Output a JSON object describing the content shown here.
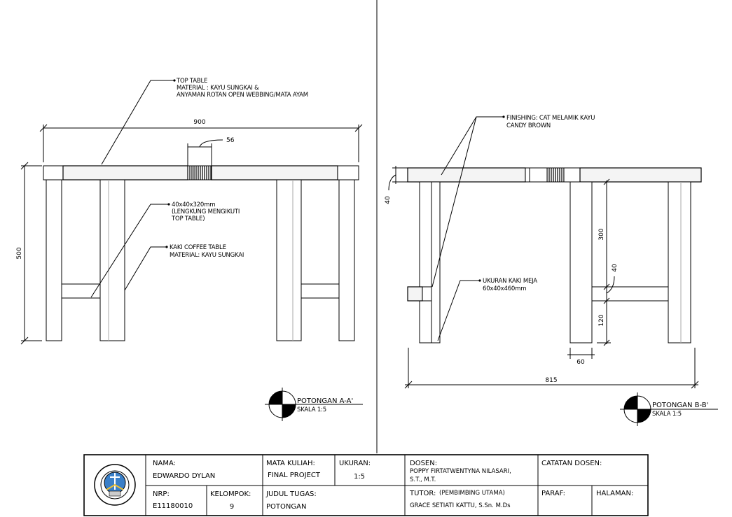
{
  "left_view": {
    "dim_width": "900",
    "dim_height": "500",
    "dim_webbing": "56",
    "note_top_table": [
      "TOP TABLE",
      "MATERIAL : KAYU SUNGKAI &",
      "ANYAMAN ROTAN OPEN WEBBING/MATA AYAM"
    ],
    "note_rail": [
      "40x40x320mm",
      "(LENGKUNG MENGIKUTI",
      "TOP TABLE)"
    ],
    "note_leg": [
      "KAKI COFFEE TABLE",
      "MATERIAL: KAYU SUNGKAI"
    ],
    "section_title": "POTONGAN A-A'",
    "section_scale": "SKALA 1:5"
  },
  "right_view": {
    "note_finishing": [
      "FINISHING: CAT MELAMIK KAYU",
      "CANDY BROWN"
    ],
    "note_leg_size": [
      "UKURAN KAKI MEJA",
      "60x40x460mm"
    ],
    "dim_top_thickness": "40",
    "dim_300": "300",
    "dim_rail": "40",
    "dim_120": "120",
    "dim_leg_width": "60",
    "dim_depth": "815",
    "section_title": "POTONGAN B-B'",
    "section_scale": "SKALA 1:5"
  },
  "title_block": {
    "nama_label": "NAMA:",
    "nama_value": "EDWARDO DYLAN",
    "mata_kuliah_label": "MATA KULIAH:",
    "mata_kuliah_value": "FINAL PROJECT",
    "ukuran_label": "UKURAN:",
    "ukuran_value": "1:5",
    "dosen_label": "DOSEN:",
    "dosen_value": [
      "POPPY FIRTATWENTYNA NILASARI,",
      "S.T., M.T."
    ],
    "catatan_label": "CATATAN DOSEN:",
    "nrp_label": "NRP:",
    "nrp_value": "E11180010",
    "kelompok_label": "KELOMPOK:",
    "kelompok_value": "9",
    "judul_label": "JUDUL TUGAS:",
    "judul_value": "POTONGAN",
    "tutor_label": "TUTOR:",
    "tutor_sub": "(PEMBIMBING UTAMA)",
    "tutor_value": "GRACE SETIATI KATTU, S.Sn. M.Ds",
    "paraf_label": "PARAF:",
    "halaman_label": "HALAMAN:"
  }
}
